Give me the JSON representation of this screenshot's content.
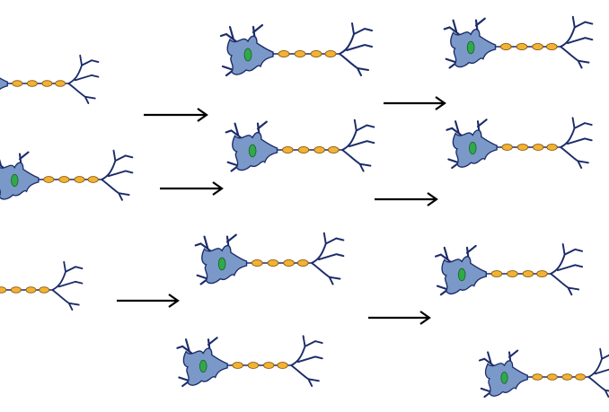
{
  "diagram": {
    "background": "#ffffff",
    "colors": {
      "soma_fill": "#7b99c8",
      "soma_stroke": "#1c2c6a",
      "nucleus_fill": "#2faa4b",
      "myelin_fill": "#f2b233",
      "myelin_stroke": "#8a5a10",
      "arrow": "#000000"
    },
    "element_types": {
      "neuron": "neuron-icon",
      "arrow": "right-arrow-icon"
    },
    "columns": [
      {
        "name": "column-1",
        "neuron_count": 3,
        "arrow_count": 3
      },
      {
        "name": "column-2",
        "neuron_count": 4,
        "arrow_count": 3
      },
      {
        "name": "column-3",
        "neuron_count": 4,
        "arrow_count": 0
      }
    ]
  }
}
